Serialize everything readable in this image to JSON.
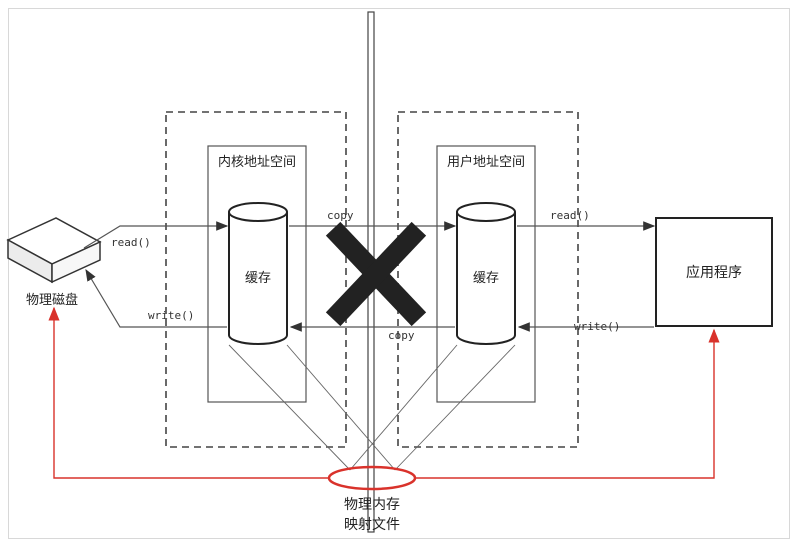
{
  "diagram": {
    "kernel_space_label": "内核地址空间",
    "user_space_label": "用户地址空间",
    "kernel_cache_label": "缓存",
    "user_cache_label": "缓存",
    "disk_label": "物理磁盘",
    "app_label": "应用程序",
    "mmap_label_line1": "物理内存",
    "mmap_label_line2": "映射文件",
    "edges": {
      "disk_read": "read()",
      "disk_write": "write()",
      "copy_to_user": "copy",
      "copy_to_kernel": "copy",
      "app_read": "read()",
      "app_write": "write()"
    },
    "colors": {
      "stroke": "#333333",
      "mmap_red": "#d9322b",
      "cross": "#222222"
    }
  }
}
